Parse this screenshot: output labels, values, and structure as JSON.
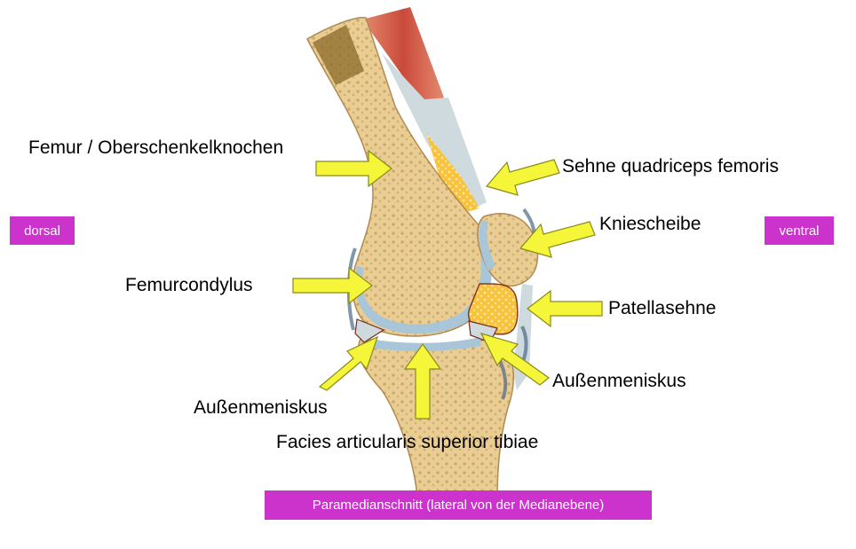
{
  "labels": {
    "femur": "Femur / Oberschenkelknochen",
    "quadriceps_tendon": "Sehne quadriceps femoris",
    "patella": "Kniescheibe",
    "femoral_condyle": "Femurcondylus",
    "patellar_tendon": "Patellasehne",
    "lateral_meniscus_front": "Außenmeniskus",
    "lateral_meniscus_back": "Außenmeniskus",
    "tibial_surface": "Facies articularis superior tibiae"
  },
  "tags": {
    "dorsal": "dorsal",
    "ventral": "ventral",
    "caption": "Paramedianschnitt (lateral von der Medianebene)"
  },
  "colors": {
    "tag_bg": "#cc33cc",
    "arrow_fill": "#f5f53a",
    "arrow_stroke": "#8a8a1a",
    "bone": "#e6c88a",
    "cartilage": "#a9c6d8",
    "fat_pad": "#f8c23a",
    "muscle": "#d9604d",
    "tendon": "#c9d6dc"
  }
}
